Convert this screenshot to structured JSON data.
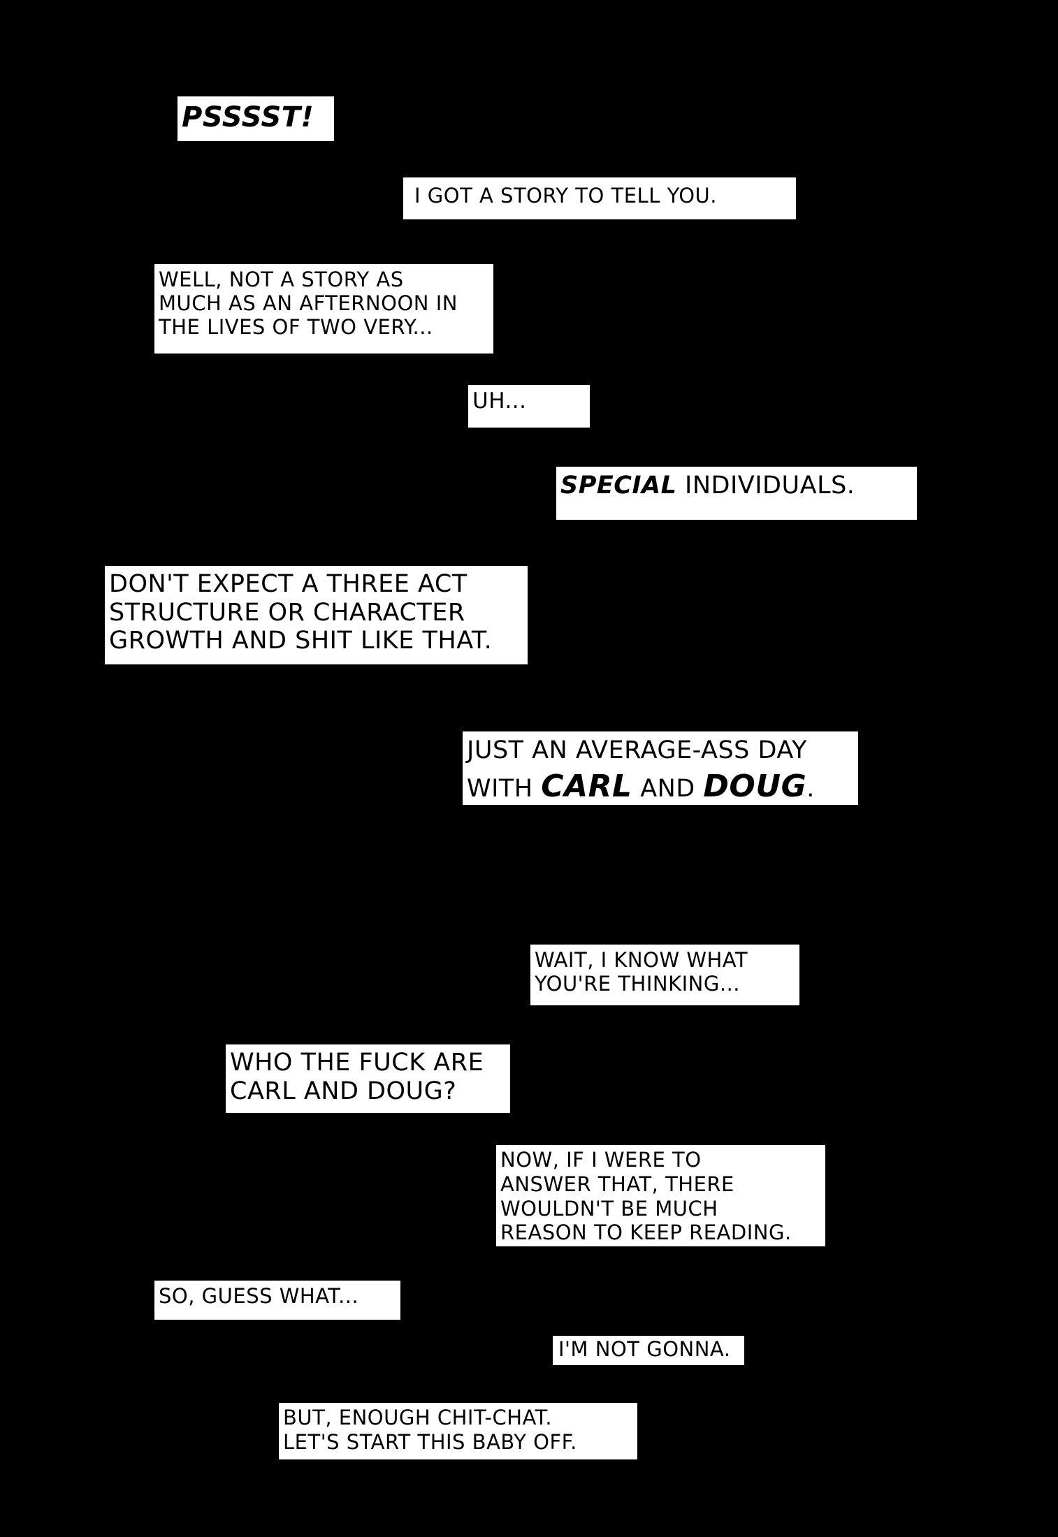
{
  "colors": {
    "background": "#000000",
    "caption_fill": "#ffffff",
    "text": "#000000"
  },
  "captions": {
    "psssst": {
      "text": "PSSSST!"
    },
    "story": {
      "text": "I GOT A STORY TO TELL YOU."
    },
    "well": {
      "lines": [
        "WELL, NOT A STORY AS",
        "MUCH AS AN AFTERNOON IN",
        "THE LIVES OF TWO VERY..."
      ]
    },
    "uh": {
      "text": "UH..."
    },
    "special": {
      "emphasis": "SPECIAL",
      "rest": "INDIVIDUALS."
    },
    "dont": {
      "lines": [
        "DON'T EXPECT A THREE ACT",
        "STRUCTURE OR CHARACTER",
        "GROWTH AND SHIT LIKE THAT."
      ]
    },
    "just": {
      "line1": "JUST AN AVERAGE-ASS DAY",
      "with": "WITH",
      "name1": "CARL",
      "and": "AND",
      "name2": "DOUG",
      "end": "."
    },
    "wait": {
      "lines": [
        "WAIT, I KNOW WHAT",
        "YOU'RE THINKING..."
      ]
    },
    "who": {
      "lines": [
        "WHO THE FUCK ARE",
        "CARL AND DOUG?"
      ]
    },
    "now": {
      "lines": [
        "NOW, IF I WERE TO",
        "ANSWER THAT, THERE",
        "WOULDN'T BE MUCH",
        "REASON TO KEEP READING."
      ]
    },
    "so": {
      "text": "SO, GUESS WHAT..."
    },
    "notgonna": {
      "text": "I'M NOT GONNA."
    },
    "enough": {
      "lines": [
        "BUT, ENOUGH CHIT-CHAT.",
        "LET'S START THIS BABY OFF."
      ]
    }
  }
}
